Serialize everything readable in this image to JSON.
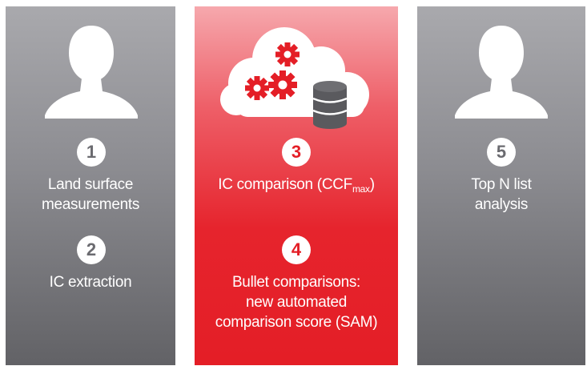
{
  "panels": {
    "left": {
      "icon": "person-silhouette-icon",
      "steps": [
        {
          "number": "1",
          "lines": [
            "Land surface",
            "measurements"
          ]
        },
        {
          "number": "2",
          "lines": [
            "IC extraction"
          ]
        }
      ]
    },
    "middle": {
      "icon": "cloud-gears-database-icon",
      "steps": [
        {
          "number": "3",
          "text_before": "IC comparison (CCF",
          "subscript": "max",
          "text_after": ")"
        },
        {
          "number": "4",
          "lines": [
            "Bullet comparisons:",
            "new automated",
            "comparison score (SAM)"
          ]
        }
      ]
    },
    "right": {
      "icon": "person-silhouette-icon",
      "steps": [
        {
          "number": "5",
          "lines": [
            "Top N list",
            "analysis"
          ]
        }
      ]
    }
  },
  "colors": {
    "gray_panel": "#8c8c91",
    "red_panel": "#e41e26",
    "white": "#ffffff"
  }
}
